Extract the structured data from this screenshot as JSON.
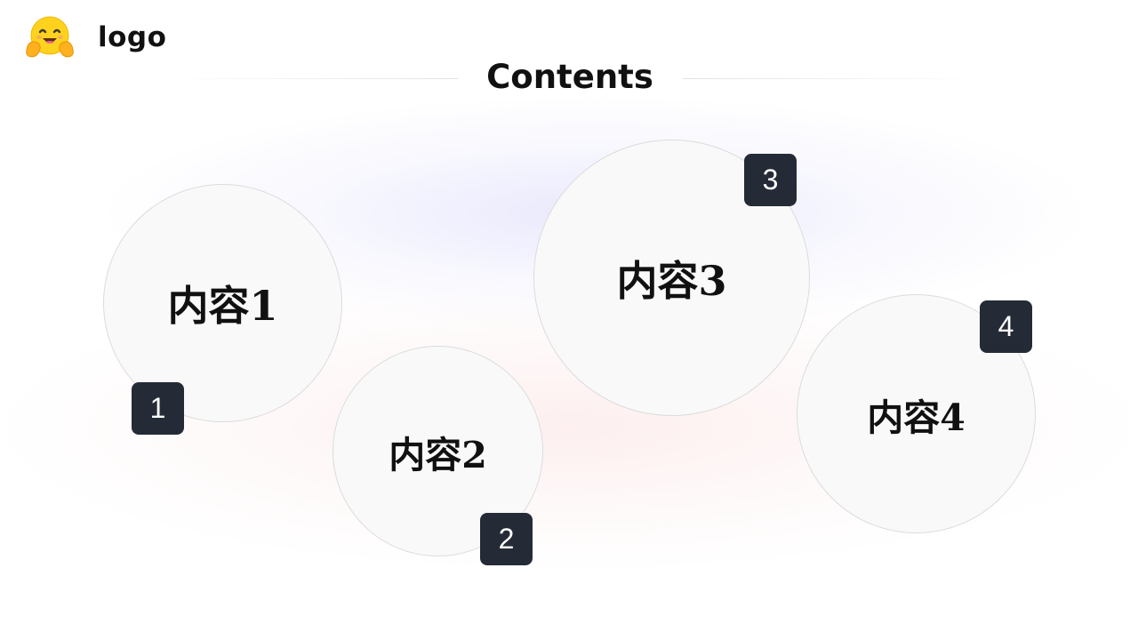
{
  "header": {
    "logo_icon": "hugging-face-emoji-icon",
    "logo_text": "logo"
  },
  "title": "Contents",
  "items": [
    {
      "label": "内容1",
      "number": "1"
    },
    {
      "label": "内容2",
      "number": "2"
    },
    {
      "label": "内容3",
      "number": "3"
    },
    {
      "label": "内容4",
      "number": "4"
    }
  ],
  "colors": {
    "badge_bg": "#252b36",
    "bubble_fill": "#f9f9f9",
    "bubble_border": "#dcdcdc",
    "text": "#111111"
  }
}
